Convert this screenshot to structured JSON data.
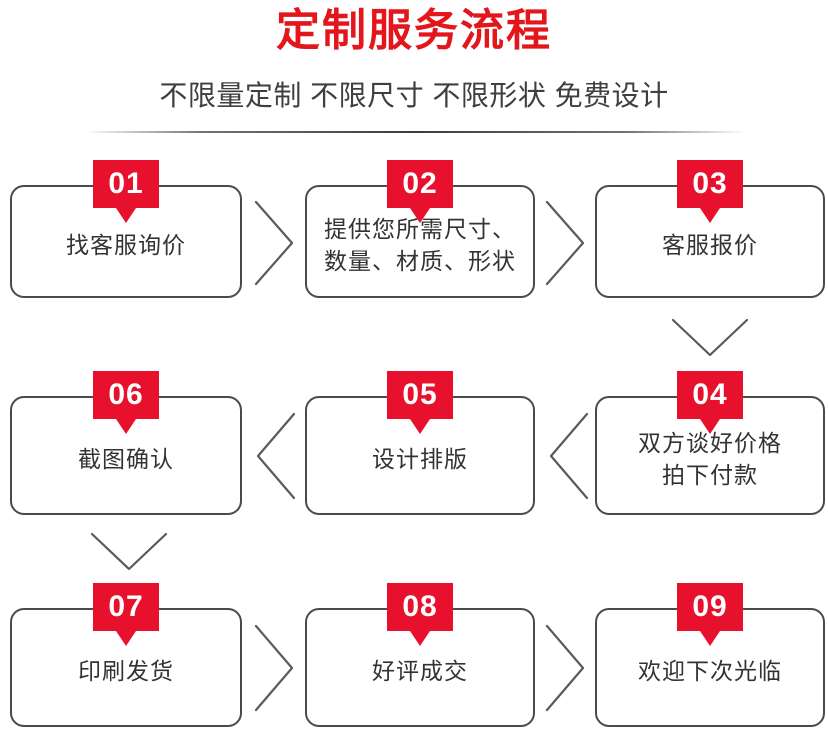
{
  "header": {
    "title": "定制服务流程",
    "subtitle": "不限量定制 不限尺寸 不限形状 免费设计",
    "title_color": "#e3161c",
    "subtitle_color": "#3f3f3f",
    "divider_color": "#4a4a4a"
  },
  "theme": {
    "badge_color": "#e8112d",
    "badge_text_color": "#ffffff",
    "box_border_color": "#4a4a4a",
    "box_text_color": "#333333",
    "arrow_color": "#4a4a4a",
    "background": "#ffffff"
  },
  "steps": [
    {
      "number": "01",
      "label": "找客服询价"
    },
    {
      "number": "02",
      "label": "提供您所需尺寸、\n数量、材质、形状"
    },
    {
      "number": "03",
      "label": "客服报价"
    },
    {
      "number": "04",
      "label": "双方谈好价格\n拍下付款"
    },
    {
      "number": "05",
      "label": "设计排版"
    },
    {
      "number": "06",
      "label": "截图确认"
    },
    {
      "number": "07",
      "label": "印刷发货"
    },
    {
      "number": "08",
      "label": "好评成交"
    },
    {
      "number": "09",
      "label": "欢迎下次光临"
    }
  ],
  "connectors": [
    {
      "name": "connector-01-to-02",
      "direction": "right"
    },
    {
      "name": "connector-02-to-03",
      "direction": "right"
    },
    {
      "name": "connector-03-to-04",
      "direction": "down"
    },
    {
      "name": "connector-04-to-05",
      "direction": "left"
    },
    {
      "name": "connector-05-to-06",
      "direction": "left"
    },
    {
      "name": "connector-06-to-07",
      "direction": "down"
    },
    {
      "name": "connector-07-to-08",
      "direction": "right"
    },
    {
      "name": "connector-08-to-09",
      "direction": "right"
    }
  ]
}
